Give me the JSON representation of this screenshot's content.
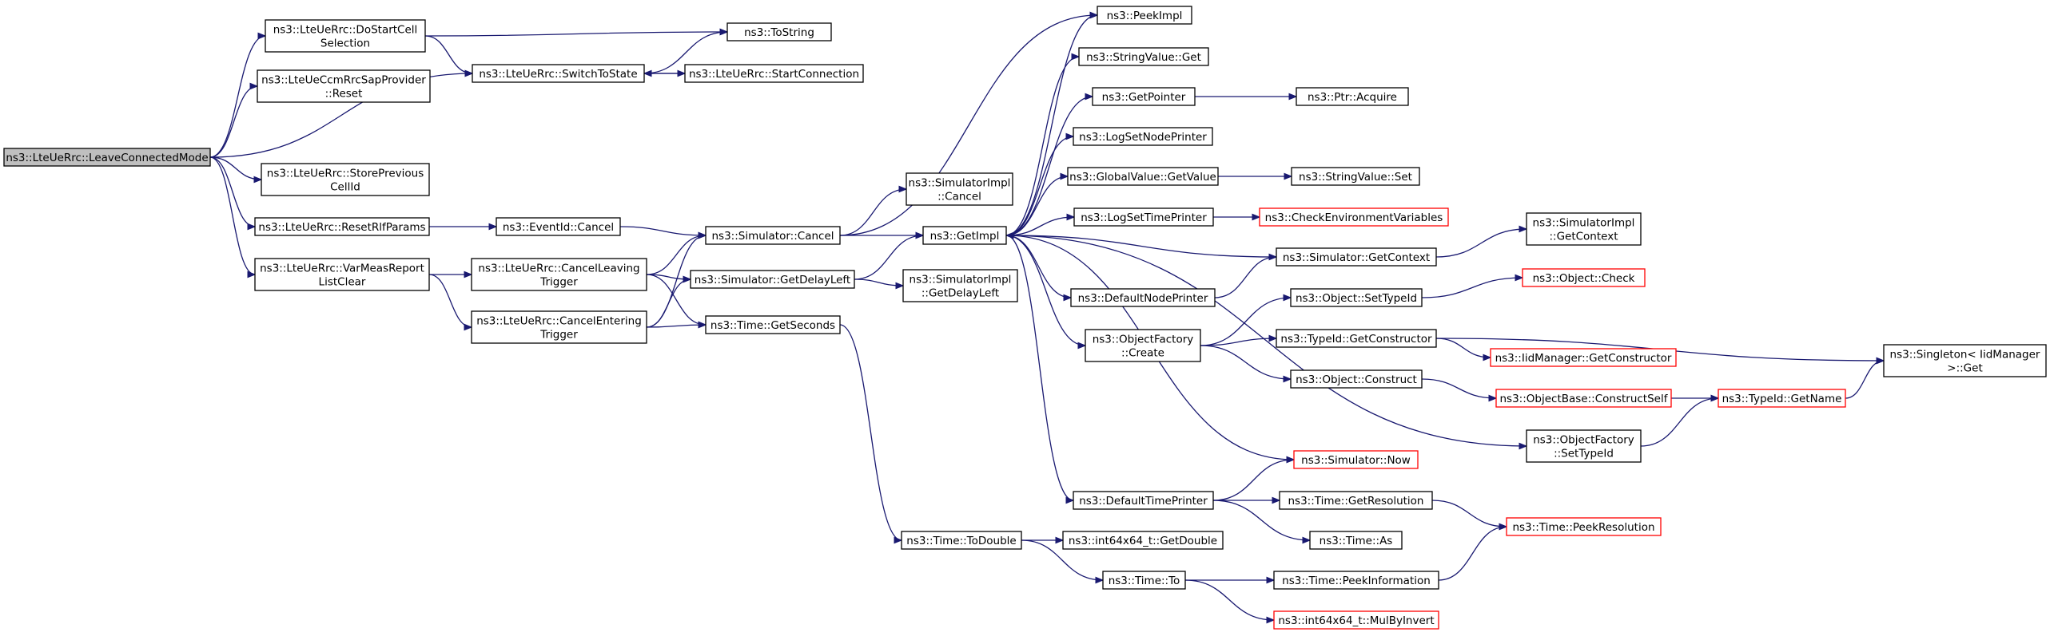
{
  "nodes": [
    {
      "id": "leave",
      "lines": [
        "ns3::LteUeRrc::LeaveConnectedMode"
      ],
      "root": true
    },
    {
      "id": "dostart",
      "lines": [
        "ns3::LteUeRrc::DoStartCell",
        "Selection"
      ]
    },
    {
      "id": "ccmreset",
      "lines": [
        "ns3::LteUeCcmRrcSapProvider",
        "::Reset"
      ]
    },
    {
      "id": "storeprev",
      "lines": [
        "ns3::LteUeRrc::StorePrevious",
        "CellId"
      ]
    },
    {
      "id": "resetrlf",
      "lines": [
        "ns3::LteUeRrc::ResetRlfParams"
      ]
    },
    {
      "id": "varmeas",
      "lines": [
        "ns3::LteUeRrc::VarMeasReport",
        "ListClear"
      ]
    },
    {
      "id": "tostring",
      "lines": [
        "ns3::ToString"
      ]
    },
    {
      "id": "switch",
      "lines": [
        "ns3::LteUeRrc::SwitchToState"
      ]
    },
    {
      "id": "startconn",
      "lines": [
        "ns3::LteUeRrc::StartConnection"
      ]
    },
    {
      "id": "evcancel",
      "lines": [
        "ns3::EventId::Cancel"
      ]
    },
    {
      "id": "cancelleave",
      "lines": [
        "ns3::LteUeRrc::CancelLeaving",
        "Trigger"
      ]
    },
    {
      "id": "cancelenter",
      "lines": [
        "ns3::LteUeRrc::CancelEntering",
        "Trigger"
      ]
    },
    {
      "id": "simcancel",
      "lines": [
        "ns3::Simulator::Cancel"
      ]
    },
    {
      "id": "simdelay",
      "lines": [
        "ns3::Simulator::GetDelayLeft"
      ]
    },
    {
      "id": "timesec",
      "lines": [
        "ns3::Time::GetSeconds"
      ]
    },
    {
      "id": "implcancel",
      "lines": [
        "ns3::SimulatorImpl",
        "::Cancel"
      ]
    },
    {
      "id": "getimpl",
      "lines": [
        "ns3::GetImpl"
      ]
    },
    {
      "id": "impldelay",
      "lines": [
        "ns3::SimulatorImpl",
        "::GetDelayLeft"
      ]
    },
    {
      "id": "todouble",
      "lines": [
        "ns3::Time::ToDouble"
      ]
    },
    {
      "id": "peekimpl",
      "lines": [
        "ns3::PeekImpl"
      ]
    },
    {
      "id": "strget",
      "lines": [
        "ns3::StringValue::Get"
      ]
    },
    {
      "id": "getptr",
      "lines": [
        "ns3::GetPointer"
      ]
    },
    {
      "id": "lognode",
      "lines": [
        "ns3::LogSetNodePrinter"
      ]
    },
    {
      "id": "gvget",
      "lines": [
        "ns3::GlobalValue::GetValue"
      ]
    },
    {
      "id": "logtime",
      "lines": [
        "ns3::LogSetTimePrinter"
      ]
    },
    {
      "id": "defnode",
      "lines": [
        "ns3::DefaultNodePrinter"
      ]
    },
    {
      "id": "ofcreate",
      "lines": [
        "ns3::ObjectFactory",
        "::Create"
      ]
    },
    {
      "id": "deftime",
      "lines": [
        "ns3::DefaultTimePrinter"
      ]
    },
    {
      "id": "i64double",
      "lines": [
        "ns3::int64x64_t::GetDouble"
      ]
    },
    {
      "id": "timeto",
      "lines": [
        "ns3::Time::To"
      ]
    },
    {
      "id": "ptracq",
      "lines": [
        "ns3::Ptr::Acquire"
      ]
    },
    {
      "id": "strset",
      "lines": [
        "ns3::StringValue::Set"
      ]
    },
    {
      "id": "checkenv",
      "lines": [
        "ns3::CheckEnvironmentVariables"
      ],
      "truncated": true
    },
    {
      "id": "simctx",
      "lines": [
        "ns3::Simulator::GetContext"
      ]
    },
    {
      "id": "objsettid",
      "lines": [
        "ns3::Object::SetTypeId"
      ]
    },
    {
      "id": "tidctor",
      "lines": [
        "ns3::TypeId::GetConstructor"
      ]
    },
    {
      "id": "objconstruct",
      "lines": [
        "ns3::Object::Construct"
      ]
    },
    {
      "id": "simnow",
      "lines": [
        "ns3::Simulator::Now"
      ],
      "truncated": true
    },
    {
      "id": "getres",
      "lines": [
        "ns3::Time::GetResolution"
      ]
    },
    {
      "id": "timeas",
      "lines": [
        "ns3::Time::As"
      ]
    },
    {
      "id": "peekinfo",
      "lines": [
        "ns3::Time::PeekInformation"
      ]
    },
    {
      "id": "mulby",
      "lines": [
        "ns3::int64x64_t::MulByInvert"
      ],
      "truncated": true
    },
    {
      "id": "implctx",
      "lines": [
        "ns3::SimulatorImpl",
        "::GetContext"
      ]
    },
    {
      "id": "objcheck",
      "lines": [
        "ns3::Object::Check"
      ],
      "truncated": true
    },
    {
      "id": "iidctor",
      "lines": [
        "ns3::IidManager::GetConstructor"
      ],
      "truncated": true
    },
    {
      "id": "constructself",
      "lines": [
        "ns3::ObjectBase::ConstructSelf"
      ],
      "truncated": true
    },
    {
      "id": "ofsettid",
      "lines": [
        "ns3::ObjectFactory",
        "::SetTypeId"
      ]
    },
    {
      "id": "peekres",
      "lines": [
        "ns3::Time::PeekResolution"
      ],
      "truncated": true
    },
    {
      "id": "tidname",
      "lines": [
        "ns3::TypeId::GetName"
      ],
      "truncated": true
    },
    {
      "id": "singleton",
      "lines": [
        "ns3::Singleton< IidManager",
        ">::Get"
      ]
    }
  ],
  "edges": [
    [
      "leave",
      "dostart"
    ],
    [
      "leave",
      "ccmreset"
    ],
    [
      "leave",
      "switch"
    ],
    [
      "leave",
      "storeprev"
    ],
    [
      "leave",
      "resetrlf"
    ],
    [
      "leave",
      "varmeas"
    ],
    [
      "dostart",
      "tostring"
    ],
    [
      "dostart",
      "switch"
    ],
    [
      "switch",
      "tostring"
    ],
    [
      "switch",
      "startconn"
    ],
    [
      "startconn",
      "switch"
    ],
    [
      "resetrlf",
      "evcancel"
    ],
    [
      "evcancel",
      "simcancel"
    ],
    [
      "varmeas",
      "cancelleave"
    ],
    [
      "varmeas",
      "cancelenter"
    ],
    [
      "cancelleave",
      "simcancel"
    ],
    [
      "cancelleave",
      "simdelay"
    ],
    [
      "cancelleave",
      "timesec"
    ],
    [
      "cancelenter",
      "simcancel"
    ],
    [
      "cancelenter",
      "simdelay"
    ],
    [
      "cancelenter",
      "timesec"
    ],
    [
      "simcancel",
      "peekimpl"
    ],
    [
      "simcancel",
      "implcancel"
    ],
    [
      "simcancel",
      "getimpl"
    ],
    [
      "simdelay",
      "getimpl"
    ],
    [
      "simdelay",
      "impldelay"
    ],
    [
      "timesec",
      "todouble"
    ],
    [
      "getimpl",
      "peekimpl"
    ],
    [
      "getimpl",
      "strget"
    ],
    [
      "getimpl",
      "getptr"
    ],
    [
      "getimpl",
      "lognode"
    ],
    [
      "getimpl",
      "gvget"
    ],
    [
      "getimpl",
      "logtime"
    ],
    [
      "getimpl",
      "defnode"
    ],
    [
      "getimpl",
      "ofcreate"
    ],
    [
      "getimpl",
      "simnow"
    ],
    [
      "getimpl",
      "deftime"
    ],
    [
      "getimpl",
      "ofsettid"
    ],
    [
      "simctx",
      "getimpl"
    ],
    [
      "getptr",
      "ptracq"
    ],
    [
      "gvget",
      "strset"
    ],
    [
      "logtime",
      "checkenv"
    ],
    [
      "defnode",
      "simctx"
    ],
    [
      "simctx",
      "implctx"
    ],
    [
      "ofcreate",
      "objsettid"
    ],
    [
      "ofcreate",
      "tidctor"
    ],
    [
      "ofcreate",
      "objconstruct"
    ],
    [
      "objsettid",
      "objcheck"
    ],
    [
      "tidctor",
      "iidctor"
    ],
    [
      "tidctor",
      "singleton"
    ],
    [
      "objconstruct",
      "constructself"
    ],
    [
      "constructself",
      "tidname"
    ],
    [
      "ofsettid",
      "tidname"
    ],
    [
      "tidname",
      "singleton"
    ],
    [
      "deftime",
      "simnow"
    ],
    [
      "deftime",
      "getres"
    ],
    [
      "deftime",
      "timeas"
    ],
    [
      "getres",
      "peekres"
    ],
    [
      "todouble",
      "i64double"
    ],
    [
      "todouble",
      "timeto"
    ],
    [
      "timeto",
      "peekinfo"
    ],
    [
      "timeto",
      "mulby"
    ],
    [
      "peekinfo",
      "peekres"
    ]
  ]
}
